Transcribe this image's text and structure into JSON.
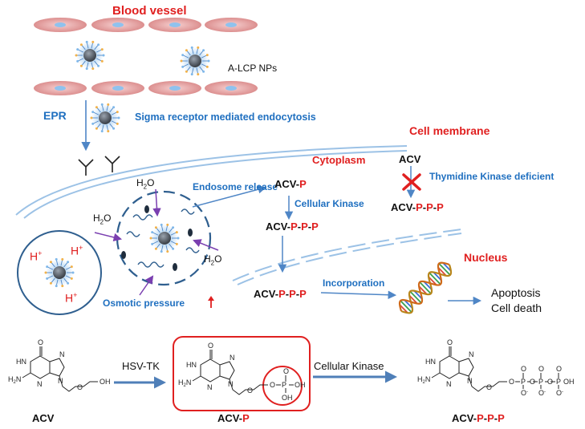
{
  "labels": {
    "blood_vessel": "Blood vessel",
    "alcp_nps": "A-LCP NPs",
    "epr": "EPR",
    "sigma": "Sigma receptor mediated endocytosis",
    "cell_membrane": "Cell membrane",
    "cytoplasm": "Cytoplasm",
    "nucleus": "Nucleus",
    "endosome_release": "Endosome release",
    "cellular_kinase": "Cellular Kinase",
    "thymidine_kinase": "Thymidine Kinase deficient",
    "incorporation": "Incorporation",
    "osmotic_pressure": "Osmotic pressure",
    "apoptosis": "Apoptosis",
    "cell_death": "Cell death",
    "h2o": "H",
    "h2o_sub": "2",
    "h2o_o": "O",
    "h": "H",
    "plus": "+"
  },
  "acv": {
    "base": "ACV",
    "dash": "-",
    "p": "P",
    "ppp_1": "P",
    "ppp_2": "P",
    "ppp_3": "P"
  },
  "bottom": {
    "hsv_tk": "HSV-TK",
    "cellular_kinase": "Cellular Kinase"
  },
  "chem": {
    "o": "O",
    "hn": "HN",
    "h2n": "H",
    "n": "N",
    "oh": "OH",
    "p": "P",
    "ominus": "O"
  },
  "colors": {
    "red": "#e02020",
    "blue": "#2070c0",
    "cell_pink": "#e8a6a6",
    "nucleus_blue": "#8fc2ee",
    "np_core": "#555a62"
  },
  "icons": [
    "red-x-icon",
    "dna-helix-icon",
    "upward-red-arrow-icon",
    "nanoparticle-icon",
    "receptor-icon"
  ]
}
